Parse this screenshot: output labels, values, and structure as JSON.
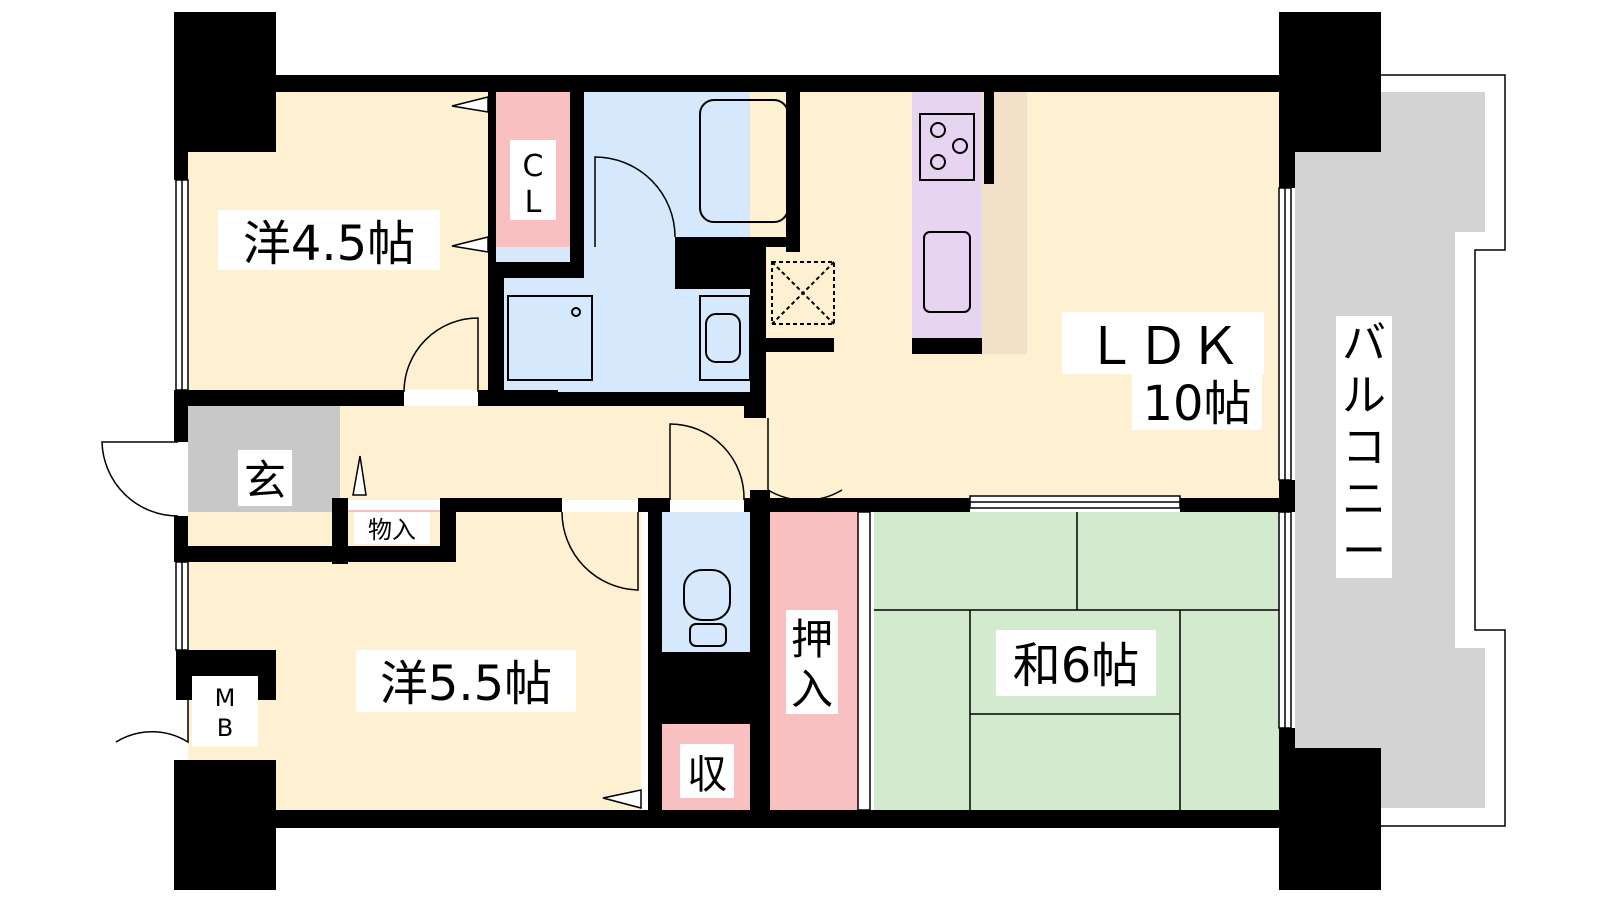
{
  "rooms": {
    "western_small": "洋4.5帖",
    "western_large": "洋5.5帖",
    "ldk_name": "ＬＤＫ",
    "ldk_size": "10帖",
    "japanese": "和6帖",
    "entrance": "玄",
    "balcony": [
      "バ",
      "ル",
      "コ",
      "ニ",
      "ー"
    ]
  },
  "storage": {
    "closet": [
      "C",
      "L"
    ],
    "small_storage": "物入",
    "oshiire": [
      "押",
      "入"
    ],
    "shu": "収",
    "meter_box": [
      "M",
      "B"
    ]
  },
  "colors": {
    "wall": "#000000",
    "western_floor": "#fdf1d1",
    "wet_area": "#d6e8fb",
    "storage": "#f8c0c0",
    "kitchen": "#e6d4f0",
    "counter": "#f2e0c8",
    "tatami": "#d4eacf",
    "balcony": "#d3d3d3",
    "entrance": "#c8c8c8"
  }
}
